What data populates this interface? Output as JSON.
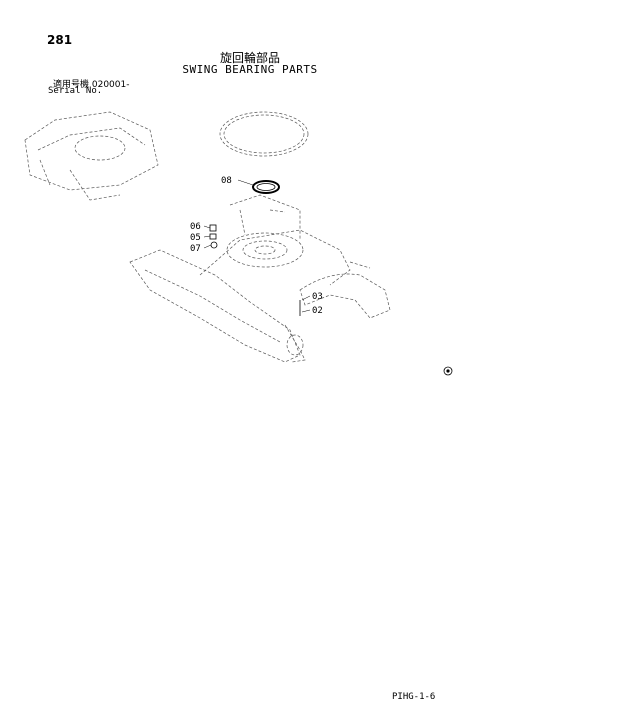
{
  "header": {
    "page_number": "281",
    "title_jp": "旋回輪部品",
    "title_en": "SWING BEARING PARTS",
    "serial_jp": "適用号機  020001-",
    "serial_en": "Serial No."
  },
  "callouts": {
    "c08": "08",
    "c06": "06",
    "c05": "05",
    "c07": "07",
    "c03": "03",
    "c02": "02"
  },
  "footer": {
    "code": "PIHG-1-6"
  }
}
